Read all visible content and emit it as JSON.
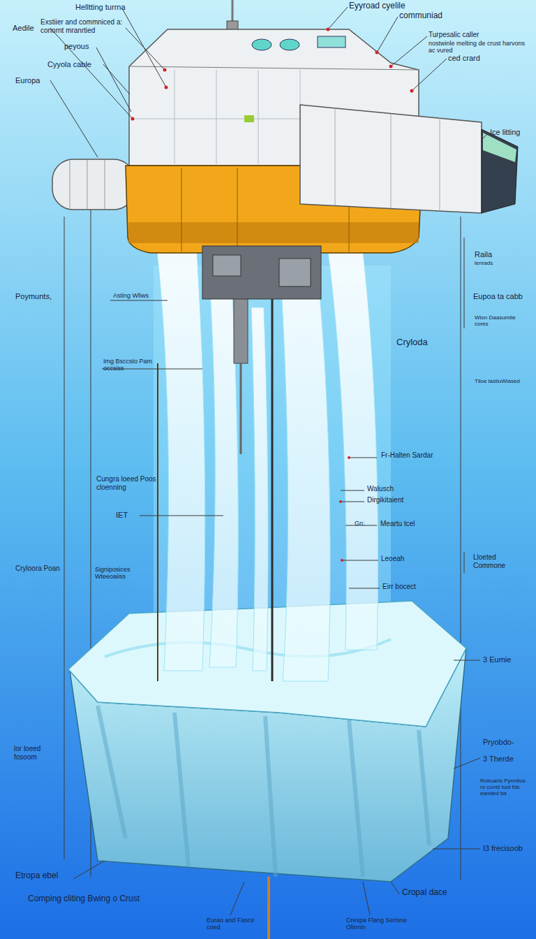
{
  "diagram": {
    "labels": [
      "Helltting turrna",
      "Aedile",
      "Exstiier and commniced a: conornt mranrtied",
      "peyous",
      "Cyyola cable",
      "Europa",
      "Eyyroad cyelile",
      "communiad",
      "Turpesalic caller",
      "nostwinle melting de crust harvons ac vured",
      "ced crard",
      "Ice litting",
      "Raila",
      "lenrads",
      "Eupoa ta cabb",
      "Wion Daasumtie cores",
      "Cryloda",
      "Tlloe lastiuWiased",
      "Fr-Halten Sardar",
      "Walusch",
      "Dirgikitaient",
      "Gn:",
      "Meartu tcel",
      "Leoeah",
      "Eirr bocect",
      "Lloeted Commone",
      "3 Eumie",
      "Pryobdo-",
      "3 Therde",
      "Roiruaris Pynnitos ro cunst tool fds eanded ba",
      "I3 frecisoob",
      "Cropal dace",
      "Poymunts,",
      "Asting Wliws",
      "Img Bsccsto Pam occsiss",
      "Cungra loeed Poos cloenning",
      "IET",
      "Cryloora Poan",
      "Signiposices Wteeoaiiss",
      "lor loeed fosoom",
      "Etropa ebel",
      "Comping cliting Bwing o Crust",
      "Eurao and Fasce coed",
      "Crespa Flang Serisne Olinnin"
    ]
  }
}
